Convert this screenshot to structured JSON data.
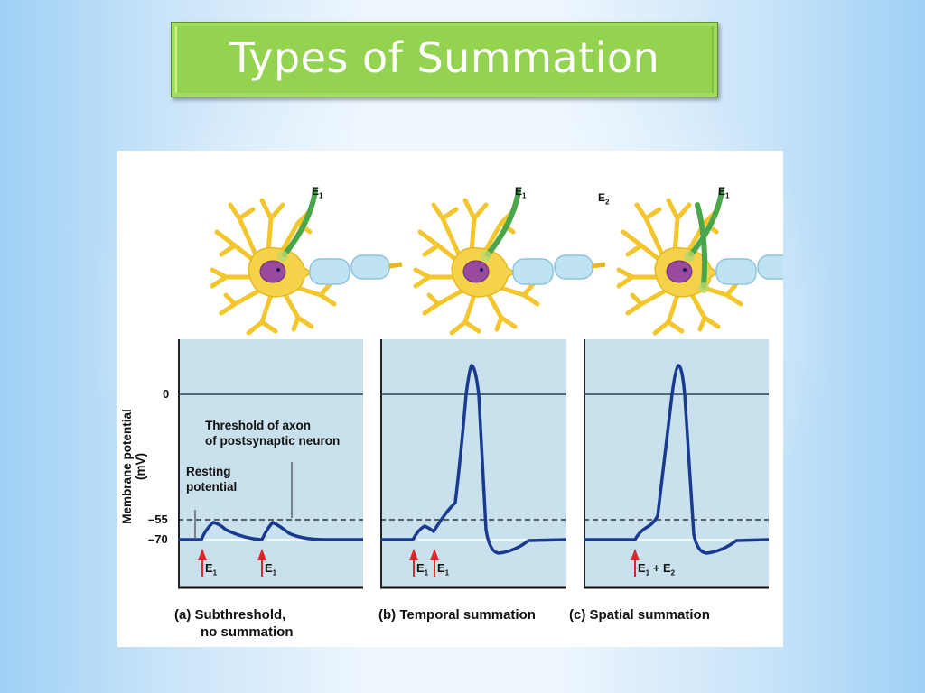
{
  "slide": {
    "title": "Types of Summation",
    "title_bg_color": "#94d34f",
    "background_color": "#c9e4f9"
  },
  "figure": {
    "y_axis_label": "Membrane potential (mV)",
    "y_ticks": [
      "0",
      "–55",
      "–70"
    ],
    "annotations": {
      "threshold": "Threshold of axon\nof postsynaptic neuron",
      "threshold_line1": "Threshold of axon",
      "threshold_line2": "of postsynaptic neuron",
      "resting_line1": "Resting",
      "resting_line2": "potential"
    },
    "colors": {
      "plot_bg": "#c9e0ed",
      "trace": "#1a3a8f",
      "stimulus_arrow": "#e0242c",
      "neuron_body": "#f6d24a",
      "presynaptic_axon": "#4aa64a",
      "myelin": "#bfe3f2",
      "nucleus": "#9a4a9e"
    },
    "panels": [
      {
        "id": "a",
        "caption_line1": "(a) Subthreshold,",
        "caption_line2": "no summation",
        "neuron_inputs": [
          "E1"
        ],
        "stimuli": [
          {
            "label": "E",
            "sub": "1"
          },
          {
            "label": "E",
            "sub": "1"
          }
        ]
      },
      {
        "id": "b",
        "caption_line1": "(b) Temporal summation",
        "neuron_inputs": [
          "E1"
        ],
        "stimuli": [
          {
            "label": "E",
            "sub": "1"
          },
          {
            "label": "E",
            "sub": "1"
          }
        ]
      },
      {
        "id": "c",
        "caption_line1": "(c) Spatial summation",
        "neuron_inputs": [
          "E2",
          "E1"
        ],
        "stimuli": [
          {
            "label": "E",
            "sub": "1",
            "plus": " + E",
            "sub2": "2"
          }
        ]
      }
    ]
  },
  "chart_data": {
    "type": "line",
    "title": "Types of Summation",
    "ylabel": "Membrane potential (mV)",
    "xlabel": "",
    "y_ticks": [
      0,
      -55,
      -70
    ],
    "ylim": [
      -90,
      25
    ],
    "threshold_mV": -55,
    "resting_mV": -70,
    "series": [
      {
        "name": "(a) Subthreshold, no summation",
        "stimuli": [
          "E1",
          "E1"
        ],
        "points_mV": [
          -70,
          -70,
          -60,
          -66,
          -69,
          -70,
          -60,
          -66,
          -69,
          -70,
          -70
        ],
        "peak_mV": -60
      },
      {
        "name": "(b) Temporal summation",
        "stimuli": [
          "E1",
          "E1"
        ],
        "points_mV": [
          -70,
          -70,
          -62,
          -65,
          -57,
          -48,
          20,
          0,
          -55,
          -78,
          -74,
          -70,
          -70
        ],
        "peak_mV": 20
      },
      {
        "name": "(c) Spatial summation",
        "stimuli": [
          "E1 + E2"
        ],
        "points_mV": [
          -70,
          -70,
          -66,
          -55,
          20,
          0,
          -55,
          -80,
          -74,
          -70,
          -70
        ],
        "peak_mV": 20
      }
    ]
  }
}
